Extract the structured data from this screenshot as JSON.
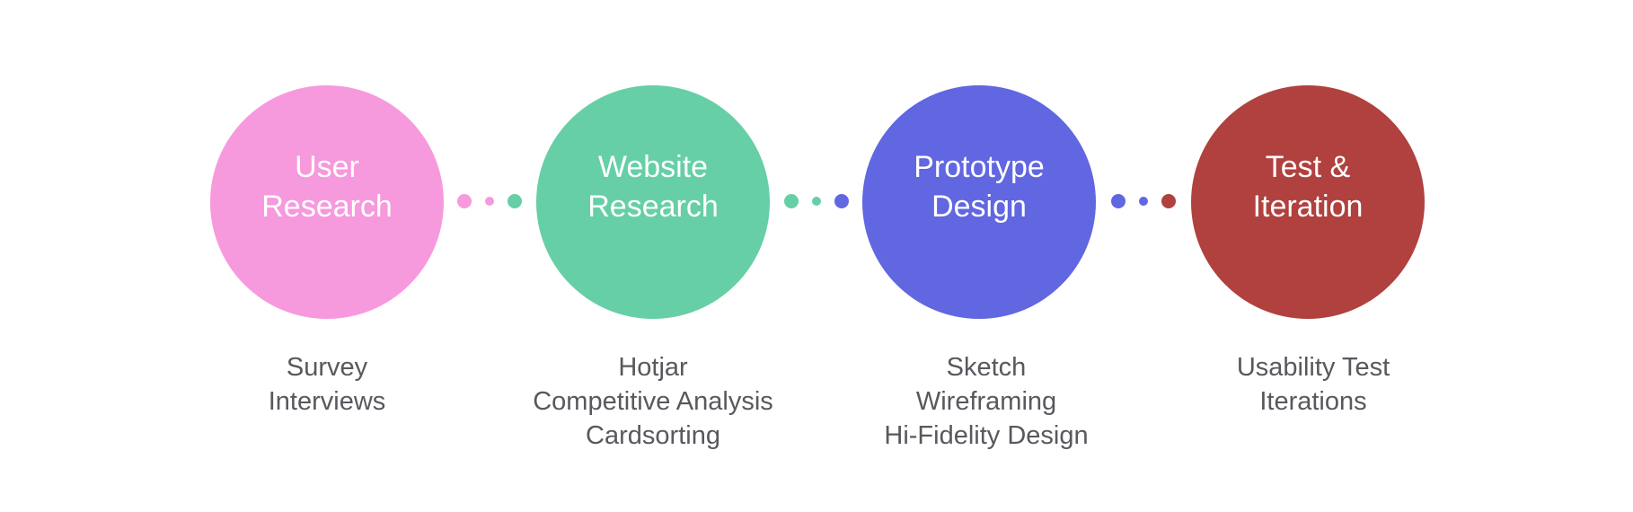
{
  "steps": [
    {
      "title": "User\nResearch",
      "color": "#F799DD",
      "items": [
        "Survey",
        "Interviews"
      ]
    },
    {
      "title": "Website\nResearch",
      "color": "#66CFA6",
      "items": [
        "Hotjar",
        "Competitive Analysis",
        "Cardsorting"
      ]
    },
    {
      "title": "Prototype\nDesign",
      "color": "#6166E1",
      "items": [
        "Sketch",
        "Wireframing",
        "Hi-Fidelity Design"
      ]
    },
    {
      "title": "Test &\nIteration",
      "color": "#B0413E",
      "items": [
        "Usability Test",
        "Iterations"
      ]
    }
  ]
}
